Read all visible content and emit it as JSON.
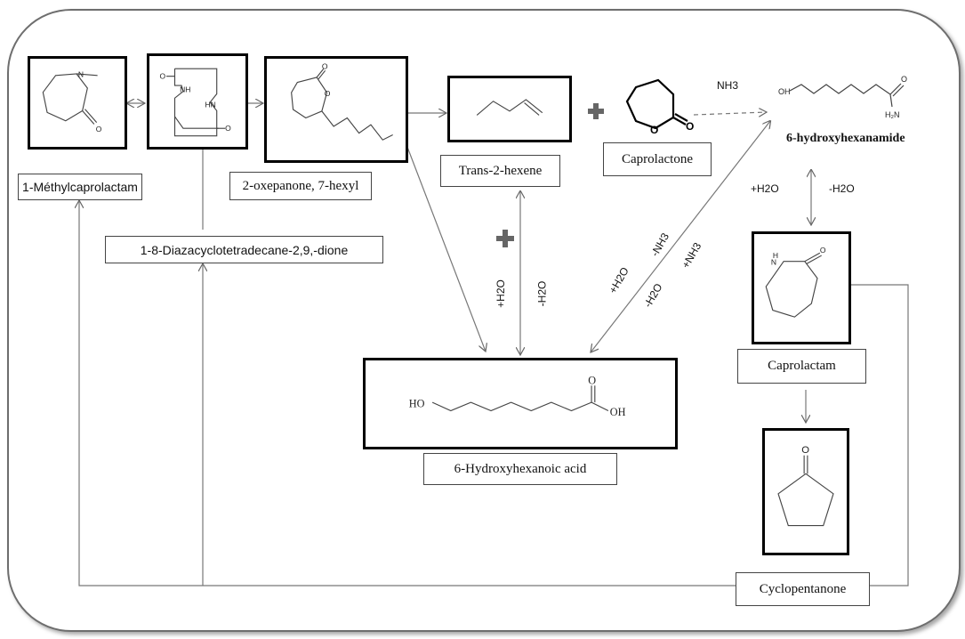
{
  "labels": {
    "methylcaprolactam": "1-Méthylcaprolactam",
    "diazacyclo": "1-8-Diazacyclotetradecane-2,9,-dione",
    "oxepanone": "2-oxepanone, 7-hexyl",
    "trans_hexene": "Trans-2-hexene",
    "caprolactone": "Caprolactone",
    "hydroxyhexanamide": "6-hydroxyhexanamide",
    "hydroxyhexanoic": "6-Hydroxyhexanoic acid",
    "caprolactam": "Caprolactam",
    "cyclopentanone": "Cyclopentanone"
  },
  "reaction_labels": {
    "nh3": "NH3",
    "plus_h2o_right": "+H2O",
    "minus_h2o_right": "-H2O",
    "plus_h2o_center": "+H2O",
    "minus_h2o_center": "-H2O",
    "plus_h2o_diag": "+H2O",
    "minus_nh3_diag": "-NH3",
    "minus_h2o_diag": "-H2O",
    "plus_nh3_diag": "+NH3"
  },
  "atoms": {
    "n": "N",
    "o": "O",
    "nh": "NH",
    "hn": "HN",
    "oh": "OH",
    "ho": "HO",
    "h2n": "H₂N",
    "h": "H"
  },
  "icons": [
    "plus-icon",
    "plus-icon"
  ],
  "colors": {
    "box_border": "#000000",
    "arrow": "#777777",
    "plus": "#666666"
  }
}
